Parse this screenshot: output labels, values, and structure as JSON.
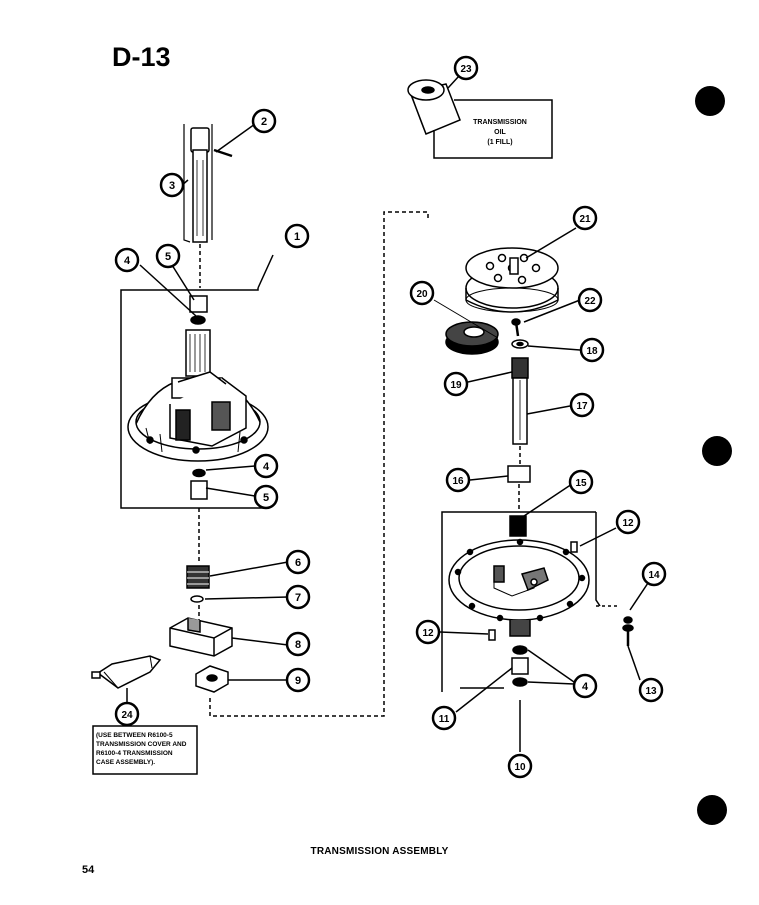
{
  "page_id": "D-13",
  "caption": "TRANSMISSION ASSEMBLY",
  "page_number": "54",
  "oil_box": {
    "line1": "TRANSMISSION",
    "line2": "OIL",
    "line3": "(1 FILL)"
  },
  "note_box": {
    "line1": "(USE BETWEEN R6100-5",
    "line2": "TRANSMISSION COVER AND",
    "line3": "R6100-4 TRANSMISSION",
    "line4": "CASE ASSEMBLY)."
  },
  "callouts": {
    "c1": "1",
    "c2": "2",
    "c3": "3",
    "c4a": "4",
    "c5a": "5",
    "c4b": "4",
    "c5b": "5",
    "c6": "6",
    "c7": "7",
    "c8": "8",
    "c9": "9",
    "c10": "10",
    "c11": "11",
    "c12a": "12",
    "c12b": "12",
    "c13": "13",
    "c14": "14",
    "c15": "15",
    "c16": "16",
    "c17": "17",
    "c18": "18",
    "c19": "19",
    "c20": "20",
    "c21": "21",
    "c22": "22",
    "c23": "23",
    "c24": "24",
    "c4c": "4"
  }
}
